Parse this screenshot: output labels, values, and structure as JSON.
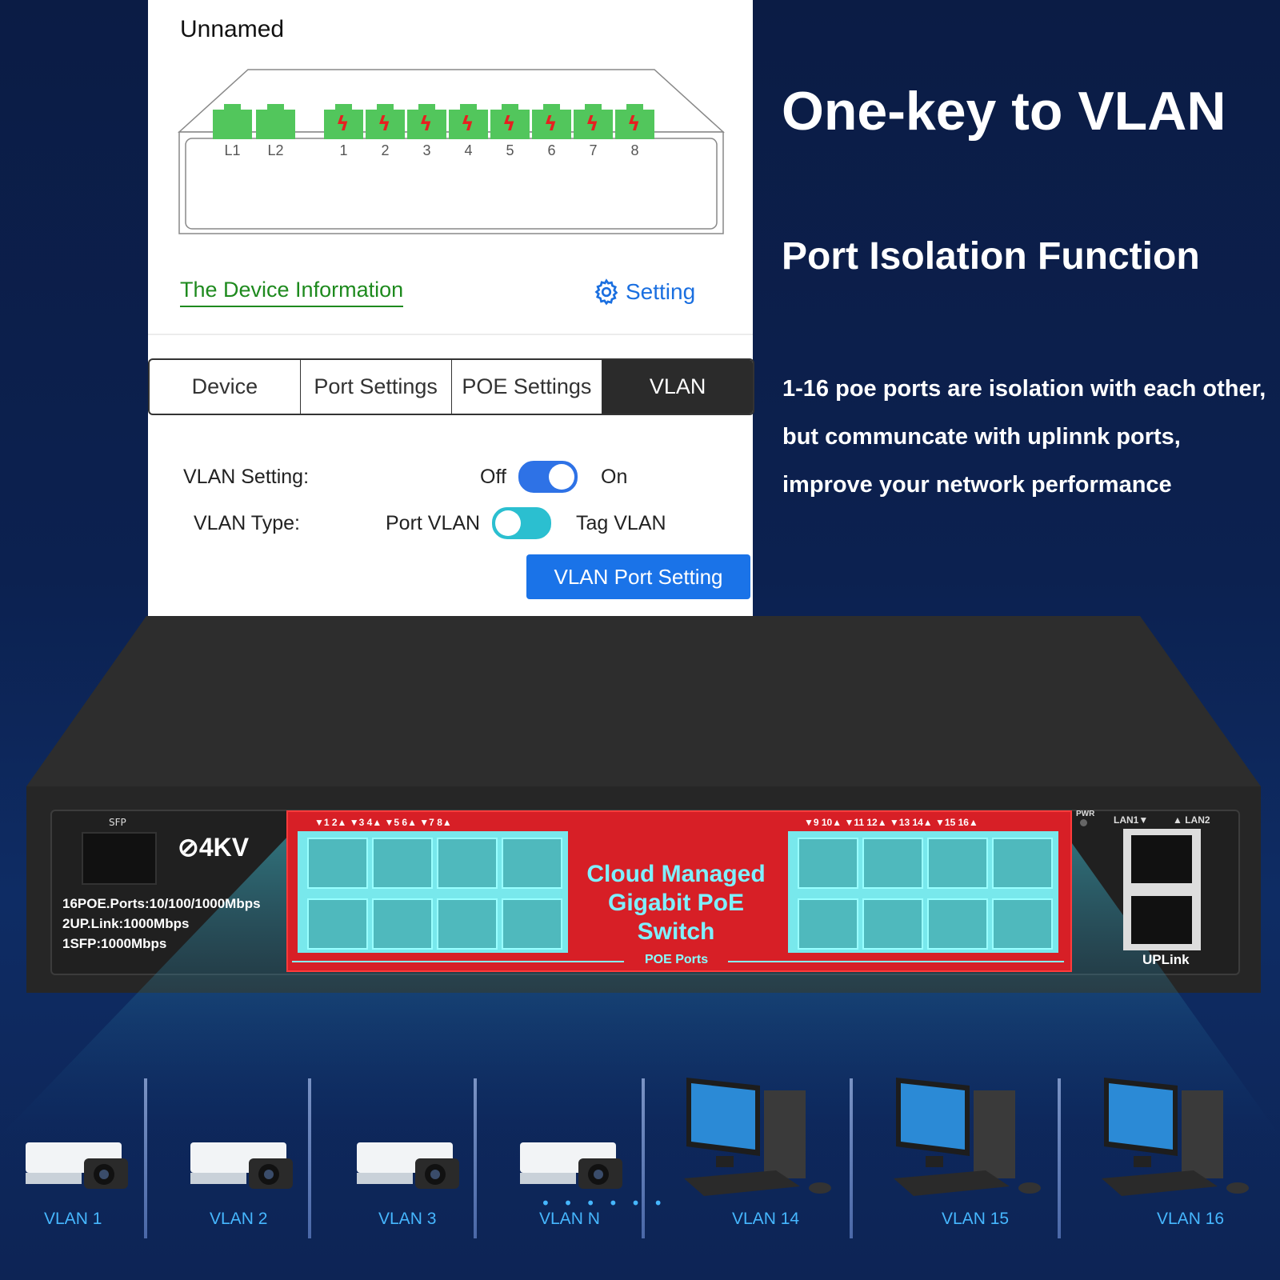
{
  "app": {
    "device_name": "Unnamed",
    "ports": [
      {
        "label": "L1",
        "poe": false
      },
      {
        "label": "L2",
        "poe": false
      },
      {
        "label": "1",
        "poe": true
      },
      {
        "label": "2",
        "poe": true
      },
      {
        "label": "3",
        "poe": true
      },
      {
        "label": "4",
        "poe": true
      },
      {
        "label": "5",
        "poe": true
      },
      {
        "label": "6",
        "poe": true
      },
      {
        "label": "7",
        "poe": true
      },
      {
        "label": "8",
        "poe": true
      }
    ],
    "device_info_link": "The Device Information",
    "setting_link": "Setting",
    "tabs": [
      {
        "label": "Device",
        "active": false
      },
      {
        "label": "Port Settings",
        "active": false
      },
      {
        "label": "POE Settings",
        "active": false
      },
      {
        "label": "VLAN",
        "active": true
      }
    ],
    "vlan_setting": {
      "label": "VLAN Setting:",
      "off_label": "Off",
      "on_label": "On",
      "on": true
    },
    "vlan_type": {
      "label": "VLAN Type:",
      "left_label": "Port VLAN",
      "right_label": "Tag VLAN",
      "tag": false
    },
    "vlan_port_button": "VLAN Port Setting",
    "colors": {
      "accent": "#1a73e8",
      "port_green": "#52c65c",
      "link_green": "#1e8a1e"
    }
  },
  "headline": "One-key to VLAN",
  "subheadline": "Port Isolation Function",
  "description": [
    "1-16 poe ports are isolation with each other,",
    "but communcate with uplinnk ports,",
    "improve your network performance"
  ],
  "switch": {
    "sfp_label": "SFP",
    "brand": "4KV",
    "specs": [
      "16POE.Ports:10/100/1000Mbps",
      "2UP.Link:1000Mbps",
      "1SFP:1000Mbps"
    ],
    "port_numbers_left": "▼1  2▲   ▼3  4▲   ▼5  6▲   ▼7  8▲",
    "port_numbers_right": "▼9  10▲   ▼11 12▲   ▼13 14▲   ▼15 16▲",
    "center_text_1": "Cloud Managed",
    "center_text_2": "Gigabit PoE Switch",
    "poe_ports_label": "POE Ports",
    "pwr_label": "PWR",
    "lan1_label": "LAN1▼",
    "lan2_label": "▲ LAN2",
    "uplink_label": "UPLink"
  },
  "vlans": [
    {
      "label": "VLAN 1",
      "device": "camera"
    },
    {
      "label": "VLAN 2",
      "device": "camera"
    },
    {
      "label": "VLAN 3",
      "device": "camera"
    },
    {
      "label": "VLAN N",
      "device": "camera"
    },
    {
      "label": "VLAN 14",
      "device": "computer"
    },
    {
      "label": "VLAN 15",
      "device": "computer"
    },
    {
      "label": "VLAN 16",
      "device": "computer"
    }
  ],
  "ellipsis": "• • • • • •"
}
